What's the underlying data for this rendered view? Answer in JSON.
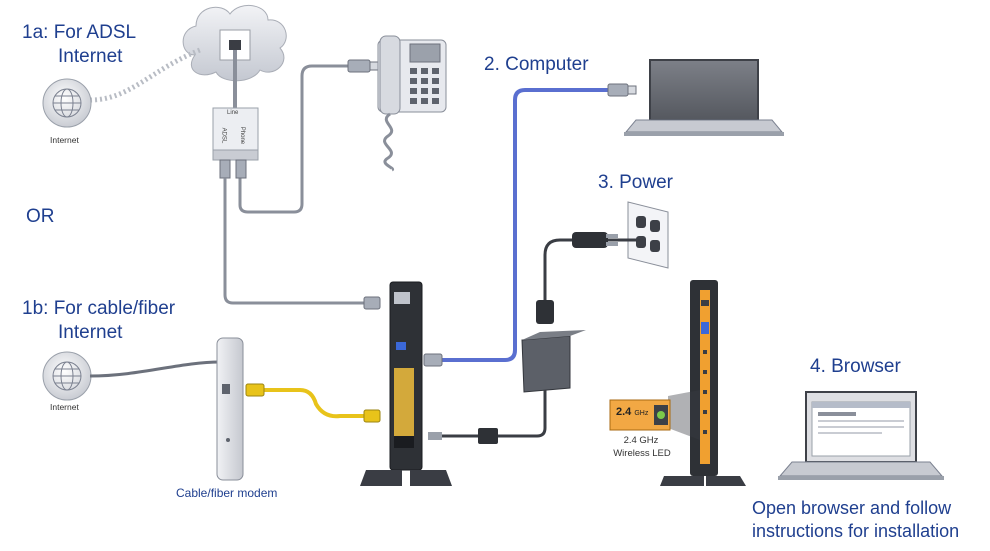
{
  "labels": {
    "adsl_title": "1a: For ADSL",
    "adsl_title_2": "Internet",
    "internet_top": "Internet",
    "or": "OR",
    "cable_title": "1b: For cable/fiber",
    "cable_title_2": "Internet",
    "internet_bottom": "Internet",
    "cable_modem": "Cable/fiber modem",
    "computer": "2. Computer",
    "power": "3. Power",
    "browser": "4. Browser",
    "led_badge": "2.4",
    "led_badge_unit": "GHz",
    "led_caption_1": "2.4 GHz",
    "led_caption_2": "Wireless LED",
    "browser_note_1": "Open browser and follow",
    "browser_note_2": "instructions for installation",
    "splitter_line": "Line",
    "splitter_adsl": "ADSL",
    "splitter_phone": "Phone"
  },
  "colors": {
    "label_blue": "#1f3f8f",
    "ethernet_blue": "#5a6fd0",
    "cable_yellow": "#e8c31a",
    "cable_gray": "#8a8f9a",
    "router_orange": "#f0a030",
    "router_dark": "#2e3136"
  }
}
